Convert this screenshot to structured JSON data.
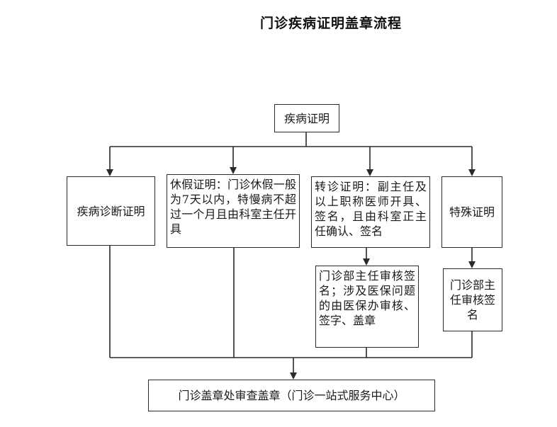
{
  "title": "门诊疾病证明盖章流程",
  "nodes": {
    "root": "疾病证明",
    "diagnosis": "疾病诊断证明",
    "sick_leave": "休假证明：门诊休假一般为7天以内，特慢病不超过一个月且由科室主任开具",
    "referral": "转诊证明：副主任及以上职称医师开具、签名，且由科室正主任确认、签名",
    "referral_review": "门诊部主任审核签名；涉及医保问题的由医保办审核、签字、盖章",
    "special": "特殊证明",
    "special_review": "门诊部主任审核签名",
    "final": "门诊盖章处审查盖章（门诊一站式服务中心）"
  },
  "colors": {
    "line": "#2a2a2a",
    "box_border": "#2a2a2a"
  }
}
